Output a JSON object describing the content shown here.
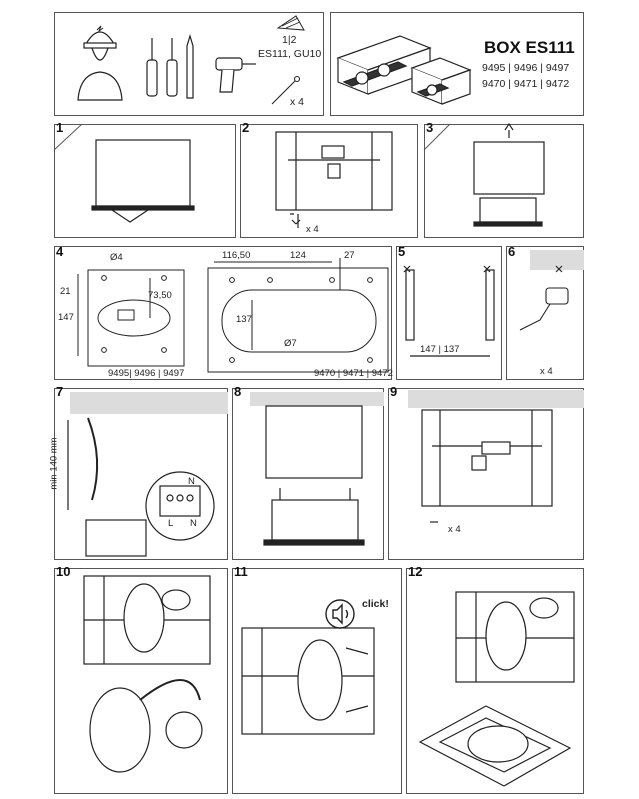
{
  "header": {
    "product_title": "BOX ES111",
    "models_row1": "9495 | 9496 | 9497",
    "models_row2": "9470 | 9471 | 9472",
    "bulb_count": "1|2",
    "bulb_types": "ES111, GU10",
    "screw_count": "x 4"
  },
  "steps": {
    "s1": "1",
    "s2": "2",
    "s3": "3",
    "s4": "4",
    "s5": "5",
    "s6": "6",
    "s7": "7",
    "s8": "8",
    "s9": "9",
    "s10": "10",
    "s11": "11",
    "s12": "12"
  },
  "step2": {
    "count": "x 4"
  },
  "step4": {
    "dim_diameter_small": "Ø4",
    "dim_21": "21",
    "dim_147": "147",
    "dim_73_50": "73,50",
    "models_small": "9495| 9496 | 9497",
    "dim_116_50": "116,50",
    "dim_124": "124",
    "dim_27": "27",
    "dim_137": "137",
    "dim_diameter_large": "Ø7",
    "models_large": "9470 | 9471 | 9472"
  },
  "step5": {
    "dims": "147 | 137"
  },
  "step6": {
    "count": "x 4"
  },
  "step7": {
    "min_height": "min 140 mm",
    "terminal_n": "N",
    "terminal_l": "L",
    "terminal_n2": "N"
  },
  "step9": {
    "count": "x 4"
  },
  "step11": {
    "click_label": "click!"
  },
  "icons": [
    "technician-icon",
    "screwdriver-icon",
    "pencil-icon",
    "drill-icon",
    "bulb-icon",
    "screw-icon",
    "speaker-icon"
  ]
}
